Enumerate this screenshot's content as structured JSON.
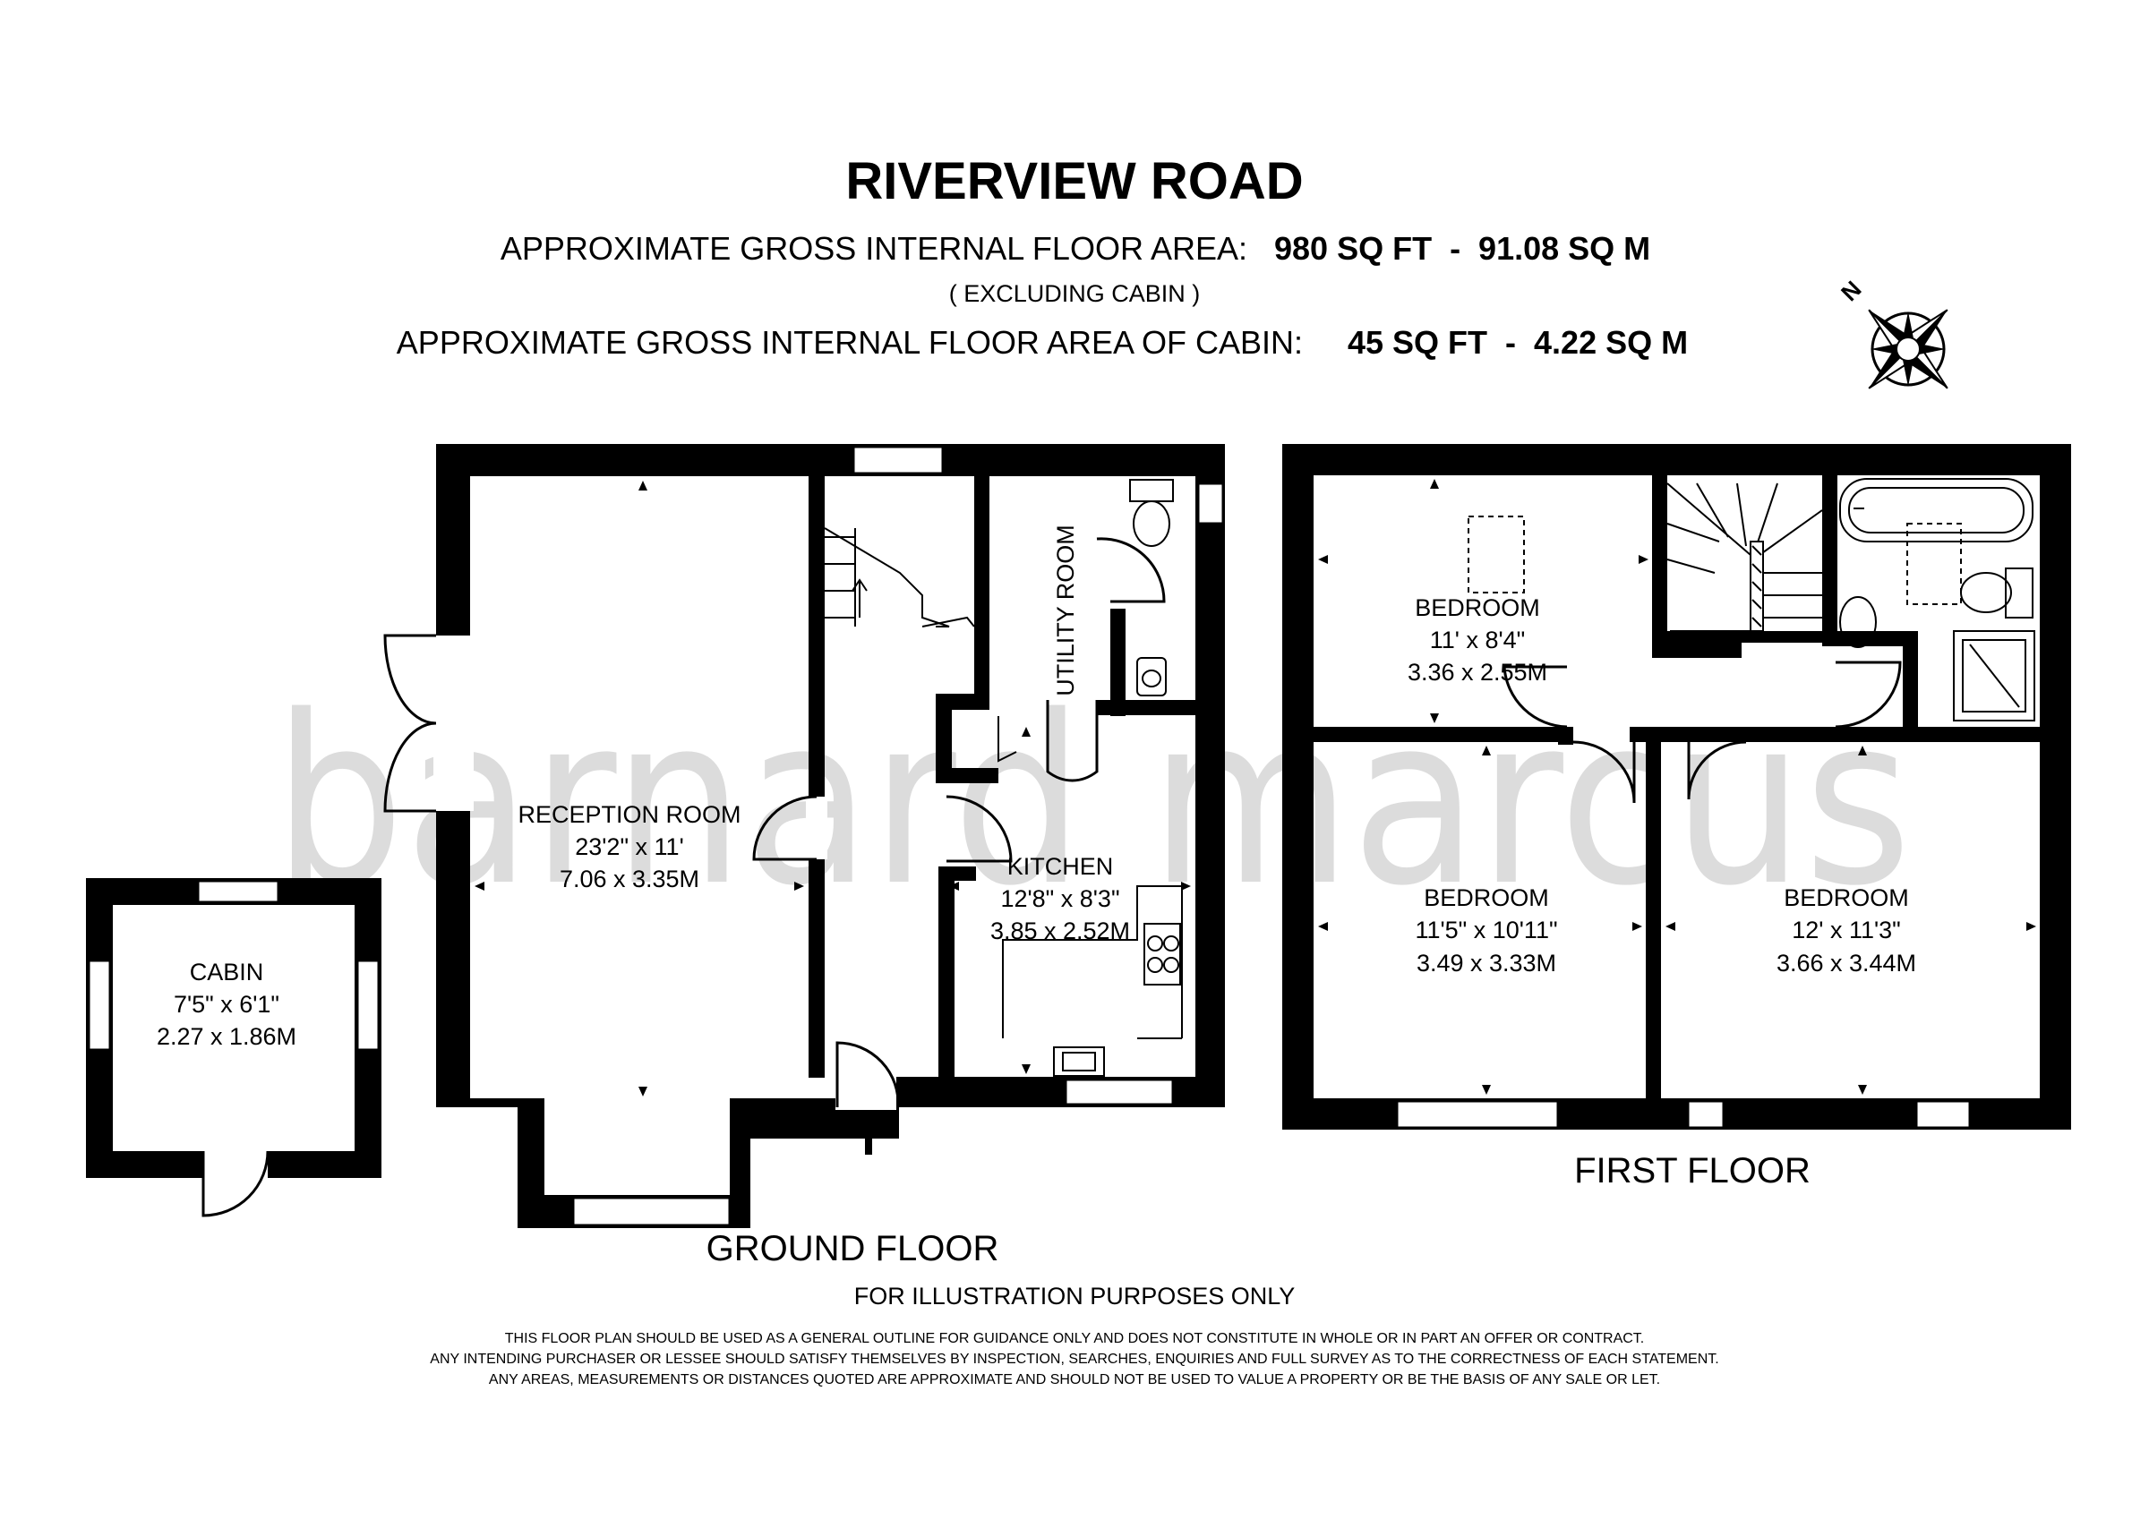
{
  "header": {
    "title": "RIVERVIEW ROAD",
    "area_label": "APPROXIMATE GROSS INTERNAL FLOOR AREA:",
    "area_value": "980 SQ FT  -  91.08 SQ M",
    "area_note": "( EXCLUDING CABIN )",
    "cabin_area_label": "APPROXIMATE GROSS INTERNAL FLOOR AREA OF CABIN:",
    "cabin_area_value": "45 SQ FT  -  4.22 SQ M"
  },
  "compass": {
    "north_letter": "N"
  },
  "watermark": "barnard marcus",
  "rooms": {
    "reception": {
      "name": "RECEPTION ROOM",
      "imperial": "23'2\" x 11'",
      "metric": "7.06 x 3.35M"
    },
    "utility": {
      "name": "UTILITY ROOM"
    },
    "kitchen": {
      "name": "KITCHEN",
      "imperial": "12'8\" x 8'3\"",
      "metric": "3.85 x 2.52M"
    },
    "cabin": {
      "name": "CABIN",
      "imperial": "7'5\" x 6'1\"",
      "metric": "2.27 x 1.86M"
    },
    "bedroom_top": {
      "name": "BEDROOM",
      "imperial": "11' x 8'4\"",
      "metric": "3.36 x 2.55M"
    },
    "bedroom_left": {
      "name": "BEDROOM",
      "imperial": "11'5\" x 10'11\"",
      "metric": "3.49 x 3.33M"
    },
    "bedroom_right": {
      "name": "BEDROOM",
      "imperial": "12' x 11'3\"",
      "metric": "3.66 x 3.44M"
    }
  },
  "floors": {
    "ground": "GROUND FLOOR",
    "first": "FIRST FLOOR"
  },
  "footer": {
    "illustration": "FOR ILLUSTRATION PURPOSES ONLY",
    "disclaimer": [
      "THIS FLOOR PLAN SHOULD BE USED AS A GENERAL OUTLINE FOR GUIDANCE ONLY AND DOES NOT CONSTITUTE IN WHOLE OR IN PART AN OFFER OR CONTRACT.",
      "ANY INTENDING PURCHASER OR LESSEE SHOULD SATISFY THEMSELVES BY INSPECTION, SEARCHES, ENQUIRIES AND FULL SURVEY AS TO THE CORRECTNESS OF EACH STATEMENT.",
      "ANY AREAS, MEASUREMENTS OR DISTANCES QUOTED ARE APPROXIMATE AND SHOULD NOT BE USED TO VALUE A PROPERTY OR BE THE BASIS OF ANY SALE OR LET."
    ]
  }
}
